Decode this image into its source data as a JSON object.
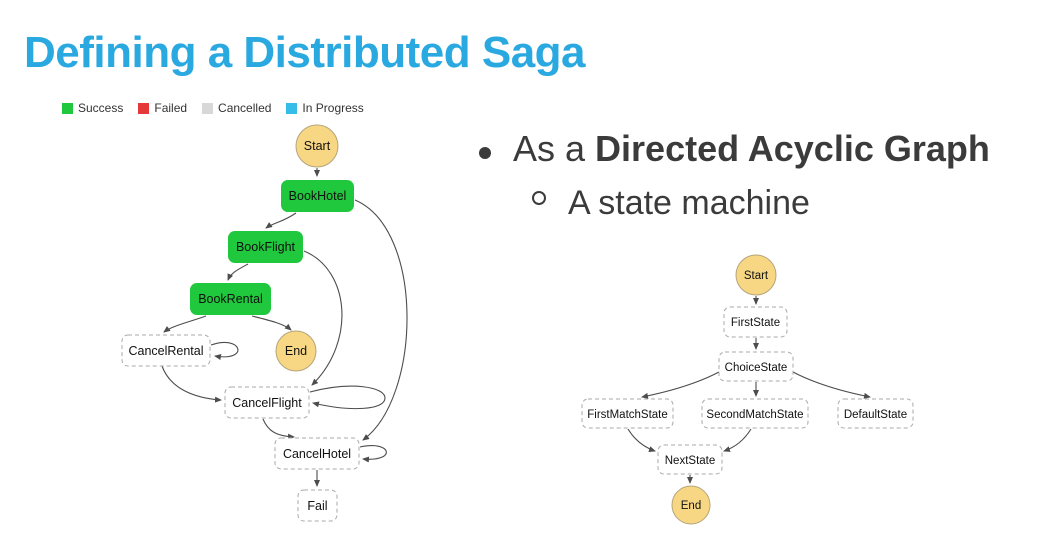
{
  "slide": {
    "title": "Defining a Distributed Saga",
    "background": "#ffffff"
  },
  "palette": {
    "title_blue": "#2aa9e0",
    "success": "#1fc83c",
    "failed": "#e5383b",
    "cancelled": "#d8d8d8",
    "in_progress": "#35bce8",
    "pending_fill": "#f7d783",
    "edge_gray": "#4d4d4d",
    "text_dark": "#3b3b3b"
  },
  "legend": {
    "items": [
      {
        "label": "Success",
        "color": "#1fc83c"
      },
      {
        "label": "Failed",
        "color": "#e5383b"
      },
      {
        "label": "Cancelled",
        "color": "#d8d8d8"
      },
      {
        "label": "In Progress",
        "color": "#35bce8"
      }
    ]
  },
  "bullets": {
    "item1_prefix": "As a ",
    "item1_bold": "Directed Acyclic Graph",
    "item2": "A state machine"
  },
  "saga": {
    "nodes": {
      "start": "Start",
      "book_hotel": "BookHotel",
      "book_flight": "BookFlight",
      "book_rental": "BookRental",
      "cancel_rental": "CancelRental",
      "end": "End",
      "cancel_flight": "CancelFlight",
      "cancel_hotel": "CancelHotel",
      "fail": "Fail"
    }
  },
  "sm": {
    "nodes": {
      "start": "Start",
      "first_state": "FirstState",
      "choice_state": "ChoiceState",
      "first_match_state": "FirstMatchState",
      "second_match_state": "SecondMatchState",
      "default_state": "DefaultState",
      "next_state": "NextState",
      "end": "End"
    }
  }
}
